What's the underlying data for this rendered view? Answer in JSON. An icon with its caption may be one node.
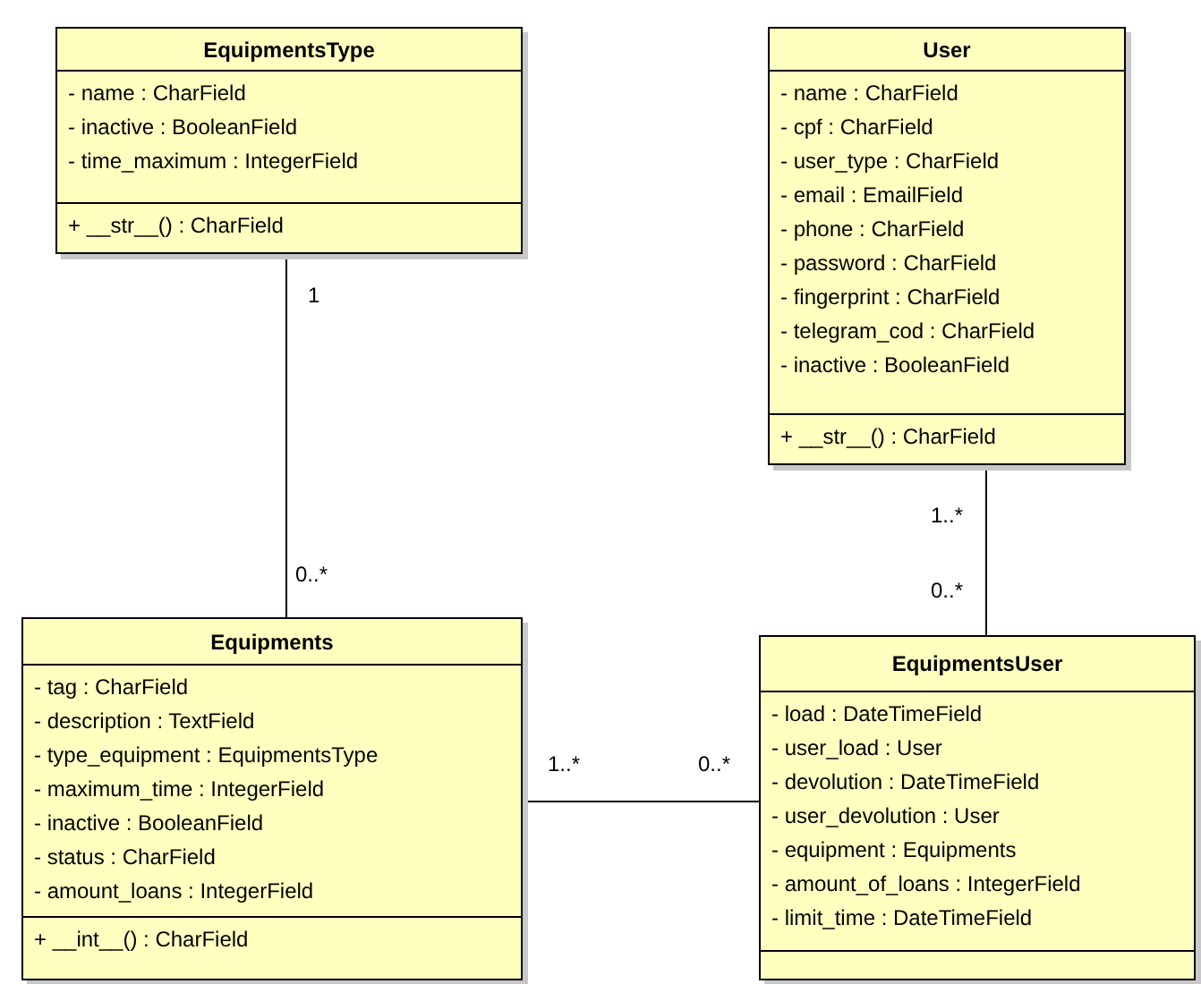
{
  "diagram": {
    "nodes": [
      {
        "text": [
          "EquipmentsType"
        ]
      },
      {
        "text": [
          "- name : CharField",
          "- inactive : BooleanField",
          "- time_maximum : IntegerField"
        ],
        "in": 0
      },
      {
        "text": [
          "+ __str__() : CharField"
        ],
        "in": 0
      },
      {
        "text": [
          "User"
        ]
      },
      {
        "text": [
          "- name : CharField",
          "- cpf : CharField",
          "- user_type : CharField",
          "- email : EmailField",
          "- phone : CharField",
          "- password : CharField",
          "- fingerprint : CharField",
          "- telegram_cod : CharField",
          "- inactive : BooleanField"
        ],
        "in": 3
      },
      {
        "text": [
          "+ __str__() : CharField"
        ],
        "in": 3
      },
      {
        "text": [
          "Equipments"
        ]
      },
      {
        "text": [
          "- tag : CharField",
          "- description : TextField",
          "- type_equipment : EquipmentsType",
          "- maximum_time : IntegerField",
          "- inactive : BooleanField",
          "- status : CharField",
          "- amount_loans : IntegerField"
        ],
        "in": 6
      },
      {
        "text": [
          "+ __int__() : CharField"
        ],
        "in": 6
      },
      {
        "text": [
          "EquipmentsUser"
        ]
      },
      {
        "text": [
          "- load : DateTimeField",
          "- user_load : User",
          "- devolution : DateTimeField",
          "- user_devolution : User",
          "- equipment : Equipments",
          "- amount_of_loans : IntegerField",
          "- limit_time : DateTimeField"
        ],
        "in": 9
      },
      {
        "text": [],
        "shape": "box",
        "in": 9
      }
    ],
    "edges": [
      {
        "from": 0,
        "to": 6,
        "arrow": "none"
      },
      {
        "from": 3,
        "to": 9,
        "arrow": "none"
      },
      {
        "from": 6,
        "to": 9,
        "arrow": "none"
      }
    ],
    "labels": [
      "1",
      "0..*",
      "1..*",
      "0..*",
      "1..*",
      "0..*"
    ]
  }
}
